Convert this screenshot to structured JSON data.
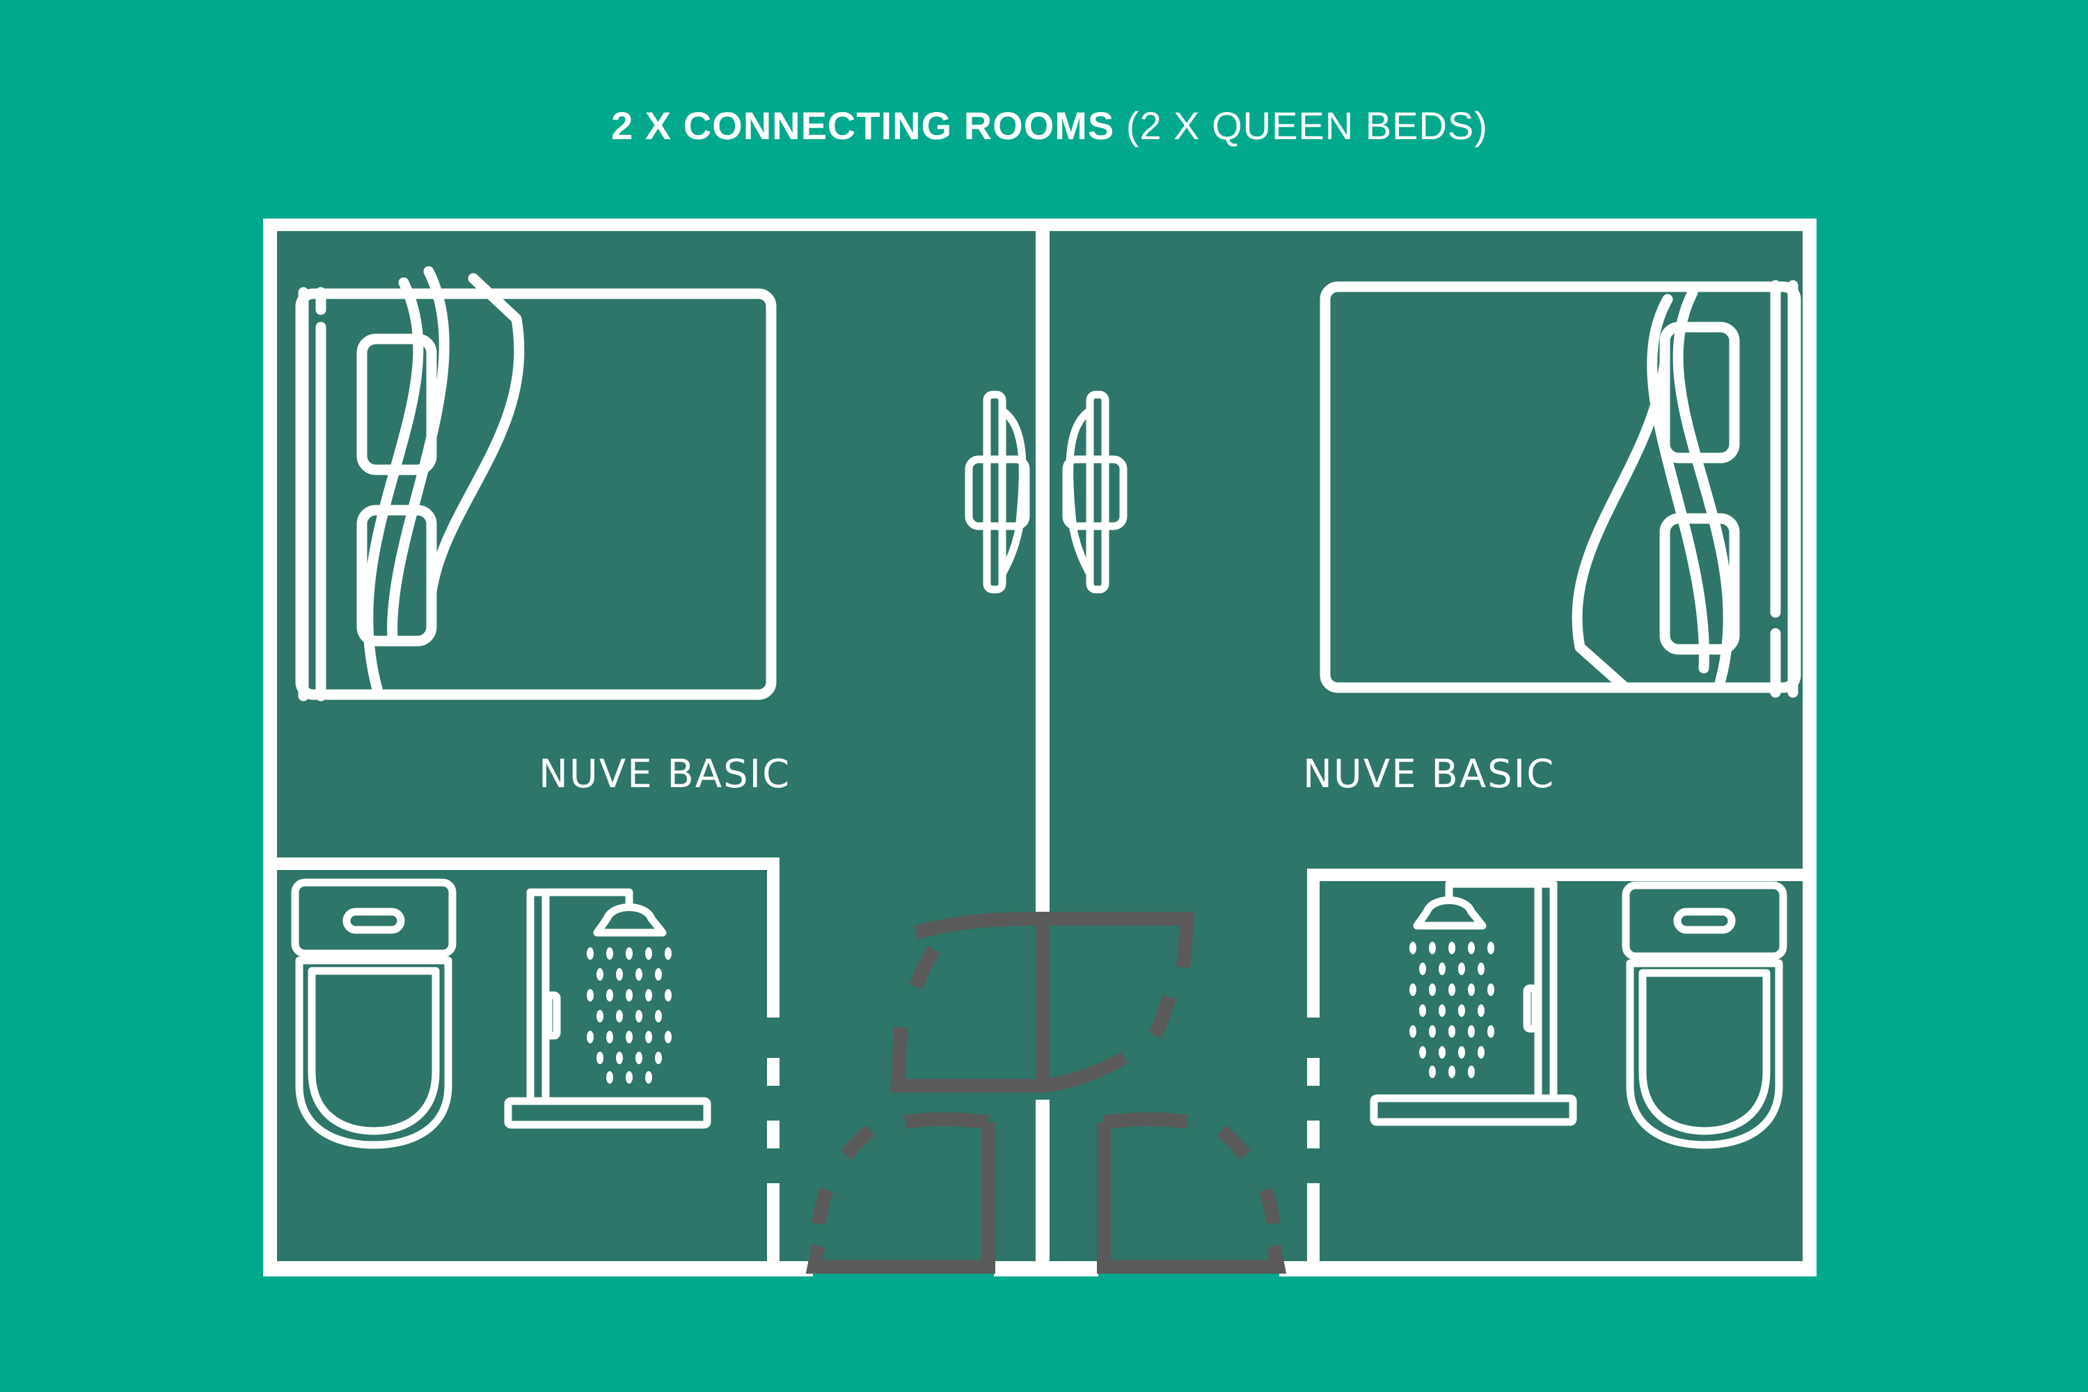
{
  "title": {
    "bold": "2 X CONNECTING ROOMS",
    "light": "(2 X QUEEN BEDS)"
  },
  "rooms": [
    {
      "label": "NUVE BASIC",
      "bed": "queen-bed-icon",
      "bathroom": [
        "toilet-icon",
        "shower-icon"
      ]
    },
    {
      "label": "NUVE BASIC",
      "bed": "queen-bed-icon",
      "bathroom": [
        "shower-icon",
        "toilet-icon"
      ]
    }
  ],
  "wardrobes": [
    "wardrobe-left-icon",
    "wardrobe-right-icon"
  ],
  "colors": {
    "background": "#00a88c",
    "floor": "#2d7669",
    "walls": "#ffffff",
    "doors": "#5a5a5a"
  }
}
